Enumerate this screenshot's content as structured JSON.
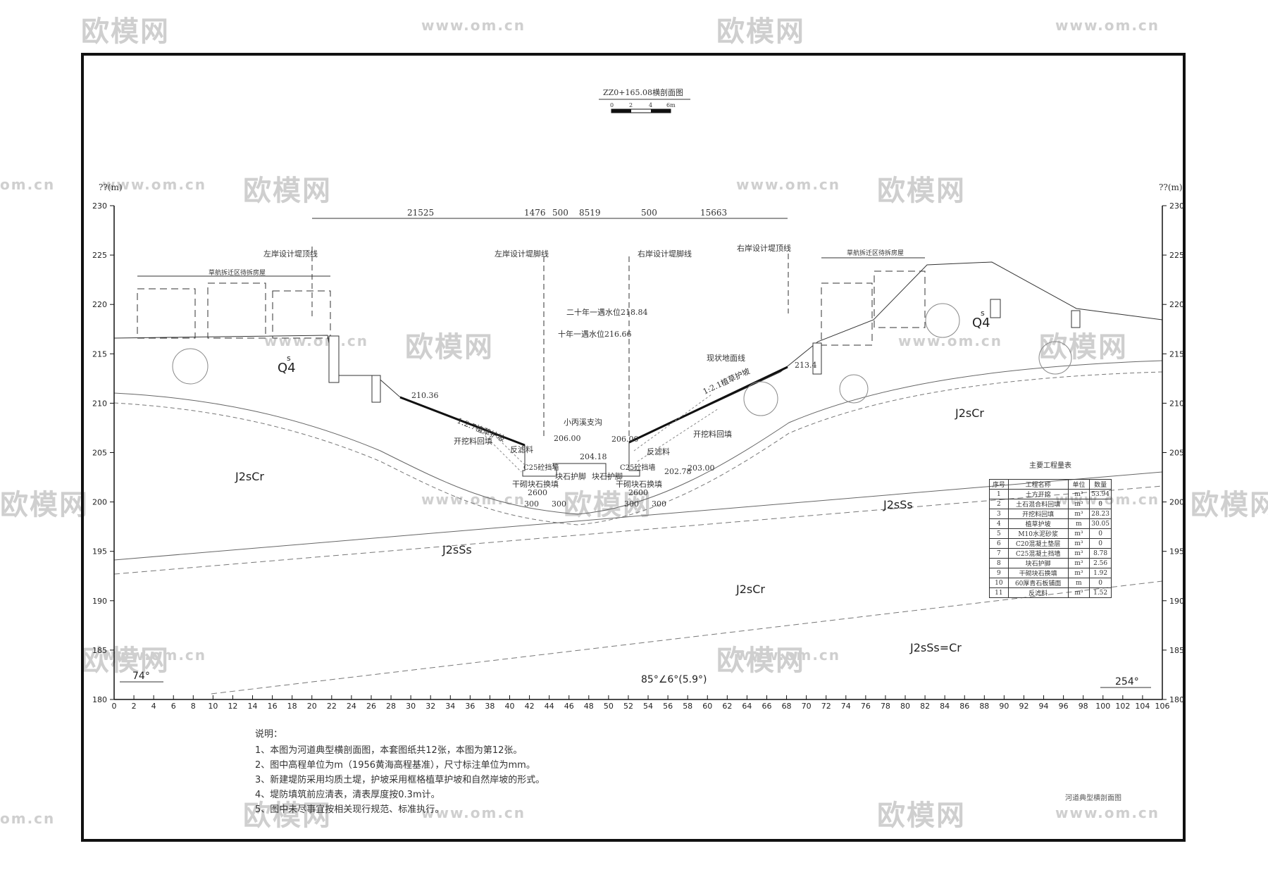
{
  "watermark": {
    "logo_text": "欧模网",
    "url_text": "www.om.cn",
    "url_short": "om.cn"
  },
  "title": "ZZ0+165.08横剖面图",
  "scale": {
    "ticks": [
      "0",
      "2",
      "4",
      "6m"
    ]
  },
  "axis": {
    "left_label": "??(m)",
    "right_label": "??(m)",
    "y_ticks": [
      "230",
      "225",
      "220",
      "215",
      "210",
      "205",
      "200",
      "195",
      "190",
      "185",
      "180"
    ],
    "x_ticks": [
      "0",
      "2",
      "4",
      "6",
      "8",
      "10",
      "12",
      "14",
      "16",
      "18",
      "20",
      "22",
      "24",
      "26",
      "28",
      "30",
      "32",
      "34",
      "36",
      "38",
      "40",
      "42",
      "44",
      "46",
      "48",
      "50",
      "52",
      "54",
      "56",
      "58",
      "60",
      "62",
      "64",
      "66",
      "68",
      "70",
      "72",
      "74",
      "76",
      "78",
      "80",
      "82",
      "84",
      "86",
      "88",
      "90",
      "92",
      "94",
      "96",
      "98",
      "100",
      "102",
      "104",
      "106"
    ],
    "y_min": 180,
    "y_max": 230,
    "x_min": 0,
    "x_max": 106
  },
  "dimensions": [
    "21525",
    "1476",
    "500",
    "8519",
    "500",
    "15663"
  ],
  "labels": {
    "left_dike_top": "左岸设计堤顶线",
    "left_dike_foot": "左岸设计堤脚线",
    "right_dike_foot": "右岸设计堤脚线",
    "right_dike_top": "右岸设计堤顶线",
    "demolish_left": "草航拆迁区待拆房屋",
    "demolish_right": "草航拆迁区待拆房屋",
    "flood_20": "二十年一遇水位218.84",
    "flood_10": "十年一遇水位216.66",
    "ground_line": "现状地面线",
    "stream": "小丙溪支沟",
    "left_slope": "1:2.7植草护坡",
    "right_slope": "1:2.1植草护坡",
    "backfill_left": "开挖料回填",
    "backfill_right": "开挖料回填",
    "filter_left": "反滤料",
    "filter_right": "反滤料",
    "wall_left": "C25砼挡墙",
    "wall_right": "C25砼挡墙",
    "toe_left": "块石护脚",
    "toe_right": "块石护脚",
    "stone_left": "干砌块石换填",
    "stone_right": "干砌块石换填",
    "d2600_left": "2600",
    "d2600_right": "2600",
    "d300_a": "300",
    "d300_b": "300",
    "d300_c": "300",
    "d300_d": "300",
    "el_210_36": "210.36",
    "el_206_a": "206.00",
    "el_204_18": "204.18",
    "el_206_b": "206.00",
    "el_202_78": "202.78",
    "el_203_00": "203.00",
    "el_213_4": "213.4",
    "q4_left": "Q4",
    "q4_right": "Q4",
    "q4_sup": "s",
    "j2_cr_1": "J2sCr",
    "j2_cr_2": "J2sCr",
    "j2_cr_3": "J2sCr",
    "j2_ss_1": "J2sSs",
    "j2_ss_2": "J2sSs",
    "j2_ssc": "J2sSs=Cr",
    "strike": "85°∠6°(5.9°)",
    "azimuth_left": "74°",
    "azimuth_right": "254°"
  },
  "table": {
    "caption": "主要工程量表",
    "headers": [
      "序号",
      "工程名称",
      "单位",
      "数量"
    ],
    "rows": [
      [
        "1",
        "土方开挖",
        "m³",
        "53.94"
      ],
      [
        "2",
        "土石混合料回填",
        "m³",
        "0"
      ],
      [
        "3",
        "开挖料回填",
        "m³",
        "28.23"
      ],
      [
        "4",
        "植草护坡",
        "m",
        "30.05"
      ],
      [
        "5",
        "M10水泥砂浆",
        "m³",
        "0"
      ],
      [
        "6",
        "C20混凝土垫层",
        "m³",
        "0"
      ],
      [
        "7",
        "C25混凝土挡墙",
        "m³",
        "8.78"
      ],
      [
        "8",
        "块石护脚",
        "m³",
        "2.56"
      ],
      [
        "9",
        "干砌块石换填",
        "m³",
        "1.92"
      ],
      [
        "10",
        "60厚青石板铺面",
        "m",
        "0"
      ],
      [
        "11",
        "反滤料",
        "m³",
        "1.52"
      ]
    ]
  },
  "notes": {
    "title": "说明：",
    "items": [
      "1、本图为河道典型横剖面图，本套图纸共12张，本图为第12张。",
      "2、图中高程单位为m（1956黄海高程基准），尺寸标注单位为mm。",
      "3、新建堤防采用均质土堤，护坡采用框格植草护坡和自然岸坡的形式。",
      "4、堤防填筑前应清表，清表厚度按0.3m计。",
      "5、图中未尽事宜按相关现行规范、标准执行。"
    ]
  },
  "sheet_title": "河道典型横剖面图"
}
